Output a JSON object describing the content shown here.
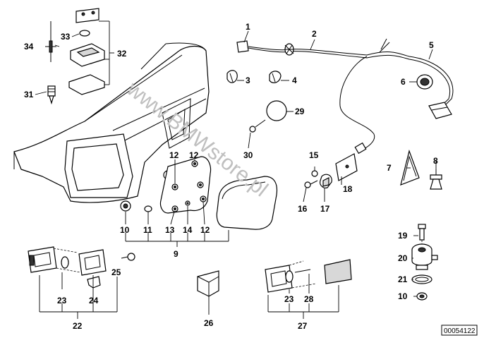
{
  "diagram": {
    "labels": [
      "1",
      "2",
      "3",
      "4",
      "5",
      "6",
      "7",
      "8",
      "9",
      "10",
      "11",
      "12",
      "12",
      "12",
      "13",
      "14",
      "15",
      "16",
      "17",
      "18",
      "19",
      "20",
      "21",
      "10",
      "22",
      "23",
      "24",
      "25",
      "26",
      "27",
      "23",
      "28",
      "29",
      "30",
      "31",
      "32",
      "33",
      "34"
    ],
    "watermark": "www.BMWstore.pl",
    "drawing_code": "00054122"
  }
}
